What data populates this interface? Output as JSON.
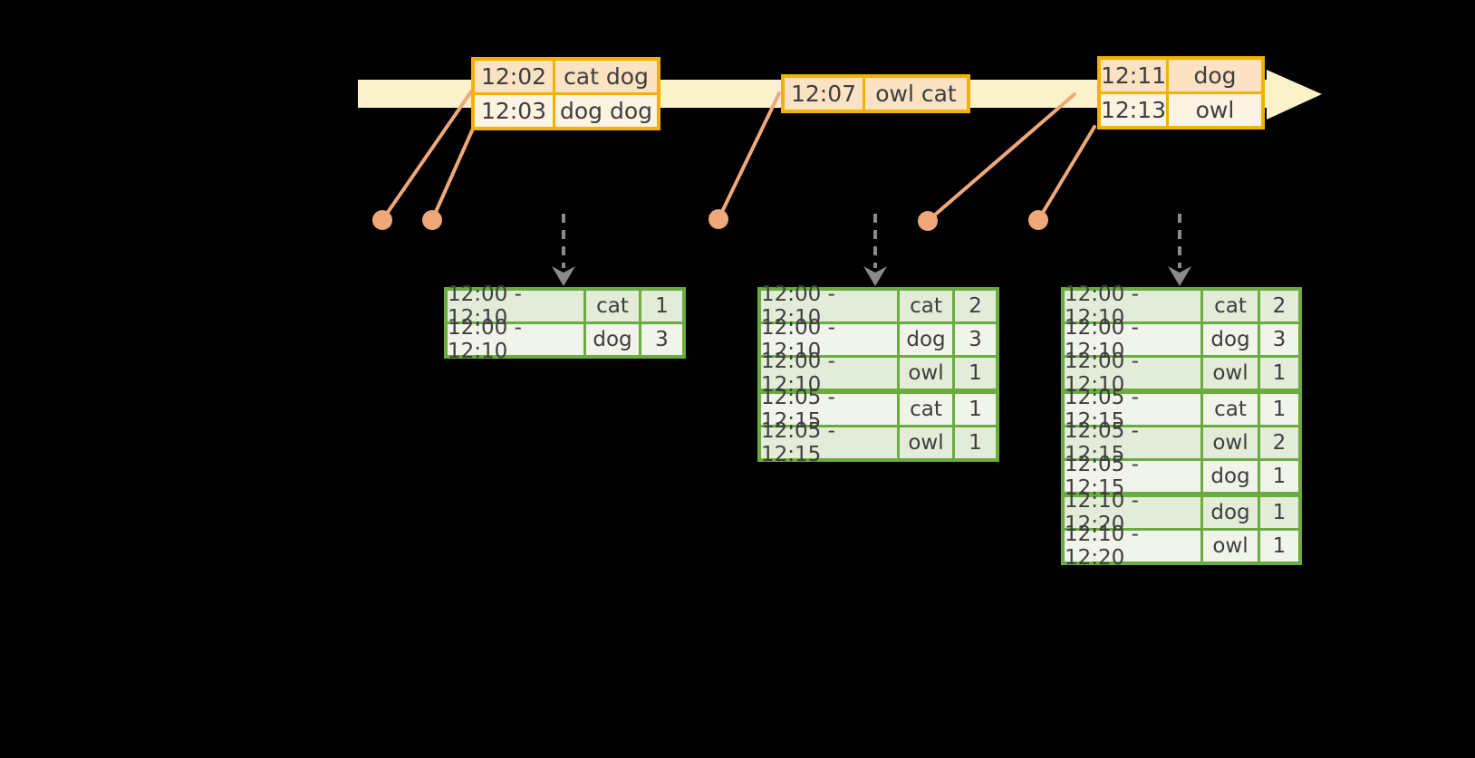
{
  "colors": {
    "background": "#000000",
    "timeline_band": "#FBF2CC",
    "event_box_border": "#F5B100",
    "event_row_fill_dark": "#FAE2C3",
    "event_row_fill_light": "#FDF3E3",
    "connector_dot": "#EFA87A",
    "trigger_arrow": "#8A8A8A",
    "result_table_border": "#6BAC40",
    "result_row_fill_dark": "#E3ECD8",
    "result_row_fill_light": "#F0F4EB",
    "text": "#3E3E3E"
  },
  "icons": {
    "timeline_arrow": "right-arrow-band",
    "event_dot": "filled-circle",
    "event_connector": "diagonal-line",
    "trigger_arrow": "dashed-down-arrow"
  },
  "event_batches": [
    {
      "rows": [
        [
          "12:02",
          "cat dog"
        ],
        [
          "12:03",
          "dog dog"
        ]
      ]
    },
    {
      "rows": [
        [
          "12:07",
          "owl cat"
        ]
      ]
    },
    {
      "rows": [
        [
          "12:11",
          "dog"
        ],
        [
          "12:13",
          "owl"
        ]
      ]
    }
  ],
  "event_dot_count": 5,
  "result_tables": [
    {
      "rows": [
        [
          "12:00 - 12:10",
          "cat",
          "1"
        ],
        [
          "12:00 - 12:10",
          "dog",
          "3"
        ]
      ],
      "group_breaks": []
    },
    {
      "rows": [
        [
          "12:00 - 12:10",
          "cat",
          "2"
        ],
        [
          "12:00 - 12:10",
          "dog",
          "3"
        ],
        [
          "12:00 - 12:10",
          "owl",
          "1"
        ],
        [
          "12:05 - 12:15",
          "cat",
          "1"
        ],
        [
          "12:05 - 12:15",
          "owl",
          "1"
        ]
      ],
      "group_breaks": [
        3
      ]
    },
    {
      "rows": [
        [
          "12:00 - 12:10",
          "cat",
          "2"
        ],
        [
          "12:00 - 12:10",
          "dog",
          "3"
        ],
        [
          "12:00 - 12:10",
          "owl",
          "1"
        ],
        [
          "12:05 - 12:15",
          "cat",
          "1"
        ],
        [
          "12:05 - 12:15",
          "owl",
          "2"
        ],
        [
          "12:05 - 12:15",
          "dog",
          "1"
        ],
        [
          "12:10 - 12:20",
          "dog",
          "1"
        ],
        [
          "12:10 - 12:20",
          "owl",
          "1"
        ]
      ],
      "group_breaks": [
        3,
        6
      ]
    }
  ]
}
